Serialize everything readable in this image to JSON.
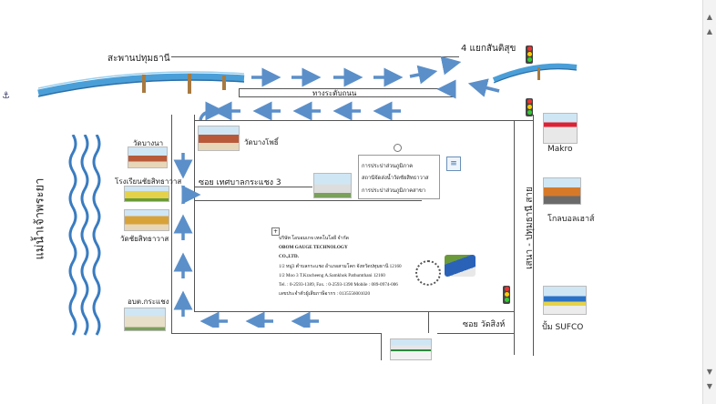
{
  "labels": {
    "bridge_top": "สะพานปทุมธานี",
    "junction": "4 แยกสันติสุข",
    "road_main": "ทางระดับถนน",
    "river": "แม่น้ำเจ้าพระยา",
    "wat_bangna": "วัดบางนา",
    "wat_bangpho": "วัดบางโพธิ์",
    "school": "โรงเรียนชัยสิทธาวาส",
    "wat_chaisit": "วัดชัยสิทธาวาส",
    "soi_tessaban": "ซอย เทศบาลกระแชง 3",
    "sub_district": "อบต.กระแชง",
    "soi_watsing": "ซอย วัดสิงห์",
    "highway": "เสนา - ปทุมธานี สาย",
    "makro": "Makro",
    "global_house": "โกลบอลเฮาส์",
    "sufco": "ปั้ม SUFCO"
  },
  "callout": {
    "line1": "การประปาส่วนภูมิภาค",
    "line2": "สถานีจัดส่งน้ำวัดชัยสิทธาวาส",
    "line3": "การประปาส่วนภูมิภาคสาขา"
  },
  "company": {
    "name_th": "บริษัท โอบอมเกจ เทคโนโลยี จำกัด",
    "name_en": "OBOM GAUGE TECHNOLOGY",
    "suffix": "CO.,LTD.",
    "addr_th": "1/2 หมู่3 ตำบลกระแชง อำเภอสามโคก จังหวัดปทุมธานี 12160",
    "addr_en": "1/2 Moo 3 T.Kracheeng A.Samkhok Pathumthani 12160",
    "contact": "Tel. : 0-2593-1389,  Fax. : 0-2593-1390   Mobile : 089-0974-006",
    "tax": "เลขประจำตัวผู้เสียภาษีอากร : 0135556001020"
  },
  "colors": {
    "arrow": "#5b8fc9",
    "river": "#3a7cc0",
    "bridge": "#4a9fd8"
  }
}
